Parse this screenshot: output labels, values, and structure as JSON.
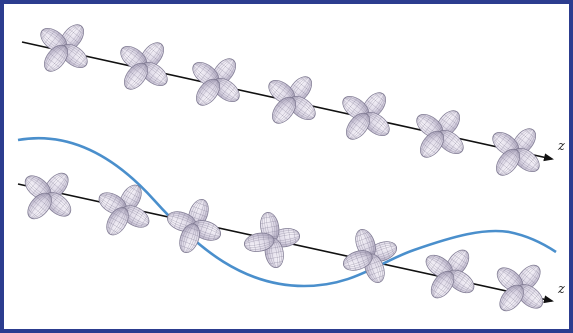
{
  "figure": {
    "axis_label_top": "z",
    "axis_label_bottom": "z",
    "colors": {
      "frame": "#2c3d8f",
      "wave": "#4a8fcc",
      "axis": "#111111",
      "lobe_fill_light": "#eeeaf3",
      "lobe_fill_dark": "#b9b3c8",
      "mesh": "#7d7890"
    }
  },
  "rows": [
    {
      "name": "upper-chain",
      "units": 7,
      "phase_modulated": false
    },
    {
      "name": "lower-chain",
      "units": 7,
      "phase_modulated": true
    }
  ]
}
